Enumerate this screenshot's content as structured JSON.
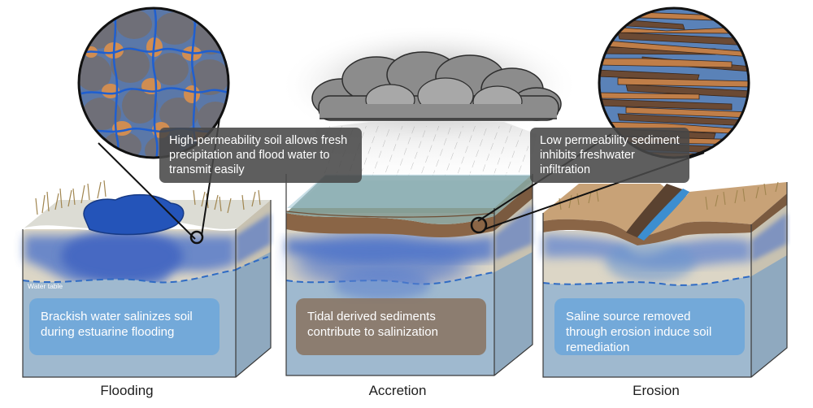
{
  "callouts": {
    "high_permeability": "High-permeability soil allows fresh precipitation and flood water to transmit easily",
    "low_permeability": "Low permeability sediment inhibits freshwater infiltration"
  },
  "panels": {
    "flooding": {
      "caption": "Flooding",
      "water_table_label": "Water table",
      "description": "Brackish water salinizes soil during estuarine flooding"
    },
    "accretion": {
      "caption": "Accretion",
      "description": "Tidal derived sediments contribute to salinization"
    },
    "erosion": {
      "caption": "Erosion",
      "description": "Saline source removed through erosion induce soil remediation"
    }
  },
  "colors": {
    "brackish_water": "#3f67c4",
    "soil_sand": "#dcd6c6",
    "groundwater": "#9fb9cf",
    "sediment_brown": "#8a6546",
    "eroded_surface": "#c8a277",
    "infobox_blue": "#6ea7d9",
    "infobox_brown": "#8a7768",
    "callout_gray": "#484848"
  }
}
